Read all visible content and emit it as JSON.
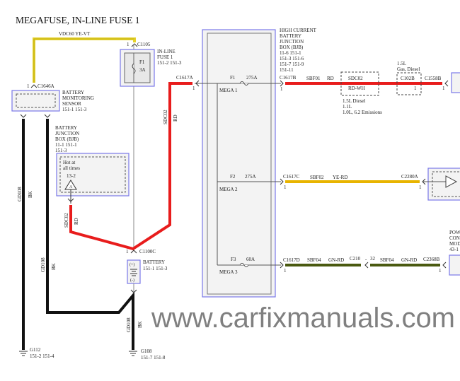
{
  "title": "MEGAFUSE, IN-LINE FUSE 1",
  "colors": {
    "red_wire": "#e81c1c",
    "yellow_wire": "#e8b400",
    "vdc_wire": "#e6d22a",
    "green_wire": "#4a5a10",
    "black_wire": "#111111",
    "component_border": "#7a78e8",
    "component_fill": "#f3f3f3",
    "gray_line": "#8a8a8a"
  },
  "watermark": "www.carfixmanuals.com",
  "wires": {
    "vdc60": "VDC60  YE-VT",
    "sdc02_left": {
      "circuit": "SDC02",
      "color": "RD"
    },
    "sdc02_right": {
      "circuit": "SDC02",
      "color": "RD"
    },
    "gd108_a": {
      "circuit": "GD108",
      "color": "BK"
    },
    "gd108_b": {
      "circuit": "GD108",
      "color": "BK"
    },
    "gd108_c": {
      "circuit": "GD108",
      "color": "BK"
    },
    "sbf01": {
      "circuit": "SBF01",
      "color": "RD"
    },
    "sbf02": {
      "circuit": "SBF02",
      "color": "YE-RD"
    },
    "sbf04a": {
      "circuit": "SBF04",
      "color": "GN-RD"
    },
    "sbf04b": {
      "circuit": "SBF04",
      "color": "GN-RD"
    }
  },
  "connectors": {
    "c1105": {
      "name": "C1105",
      "pin": "1"
    },
    "c1646a": {
      "name": "C1646A",
      "pin": "1"
    },
    "c1617a": {
      "name": "C1617A",
      "pin": "1"
    },
    "c1100c": {
      "name": "C1100C",
      "pin": "1"
    },
    "c1617b": {
      "name": "C1617B",
      "pin": "1"
    },
    "c102b": {
      "name": "C102B",
      "pin": "1"
    },
    "c1558b": {
      "name": "C1558B",
      "pin": "1"
    },
    "c1617c": {
      "name": "C1617C",
      "pin": "1"
    },
    "c2280a": {
      "name": "C2280A",
      "pin": "1"
    },
    "c1617d": {
      "name": "C1617D",
      "pin": "1"
    },
    "c210": {
      "name": "C210",
      "pin": "32",
      "dash": "-"
    },
    "c2368b": {
      "name": "C2368B",
      "pin": "1"
    }
  },
  "components": {
    "inline_fuse": {
      "lines": [
        "IN-LINE",
        "FUSE 1",
        "151-2   151-3"
      ],
      "fuse": "F1",
      "rating": "3A"
    },
    "bms": {
      "lines": [
        "BATTERY",
        "MONITORING",
        "SENSOR",
        "151-1    151-3"
      ]
    },
    "bjb": {
      "lines": [
        "BATTERY",
        "JUNCTION",
        "BOX (BJB)",
        "11-1      151-1",
        "151-3"
      ],
      "hot": [
        "Hot at",
        "all times"
      ],
      "ref": "13-2",
      "splice": "A"
    },
    "battery": {
      "lines": [
        "BATTERY",
        "151-1    151-3"
      ],
      "plus": "(+)",
      "minus": "(-)"
    },
    "hcbjb": {
      "lines": [
        "HIGH CURRENT",
        "BATTERY",
        "JUNCTION",
        "BOX (BJB)",
        "11-6      151-1",
        "151-3    151-6",
        "151-7    151-9",
        "151-11"
      ],
      "fuses": [
        {
          "id": "F1",
          "rating": "275A",
          "name": "MEGA 1"
        },
        {
          "id": "F2",
          "rating": "275A",
          "name": "MEGA 2"
        },
        {
          "id": "F3",
          "rating": "60A",
          "name": "MEGA 3"
        }
      ]
    },
    "sdc02_splice": {
      "name": "SDC02",
      "color": "RD-WH",
      "notes": [
        "1.5L Diesel",
        "1.1L",
        "1.0L, 6.2 Emissions"
      ]
    },
    "c102b_note": [
      "1.5L",
      "Gas, Diesel"
    ],
    "pcm": {
      "lines": [
        "POW",
        "CON",
        "MOD",
        "43-1"
      ]
    },
    "g112": {
      "name": "G112",
      "refs": "151-2    151-4"
    },
    "g108": {
      "name": "G108",
      "refs": "151-7    151-8"
    }
  }
}
